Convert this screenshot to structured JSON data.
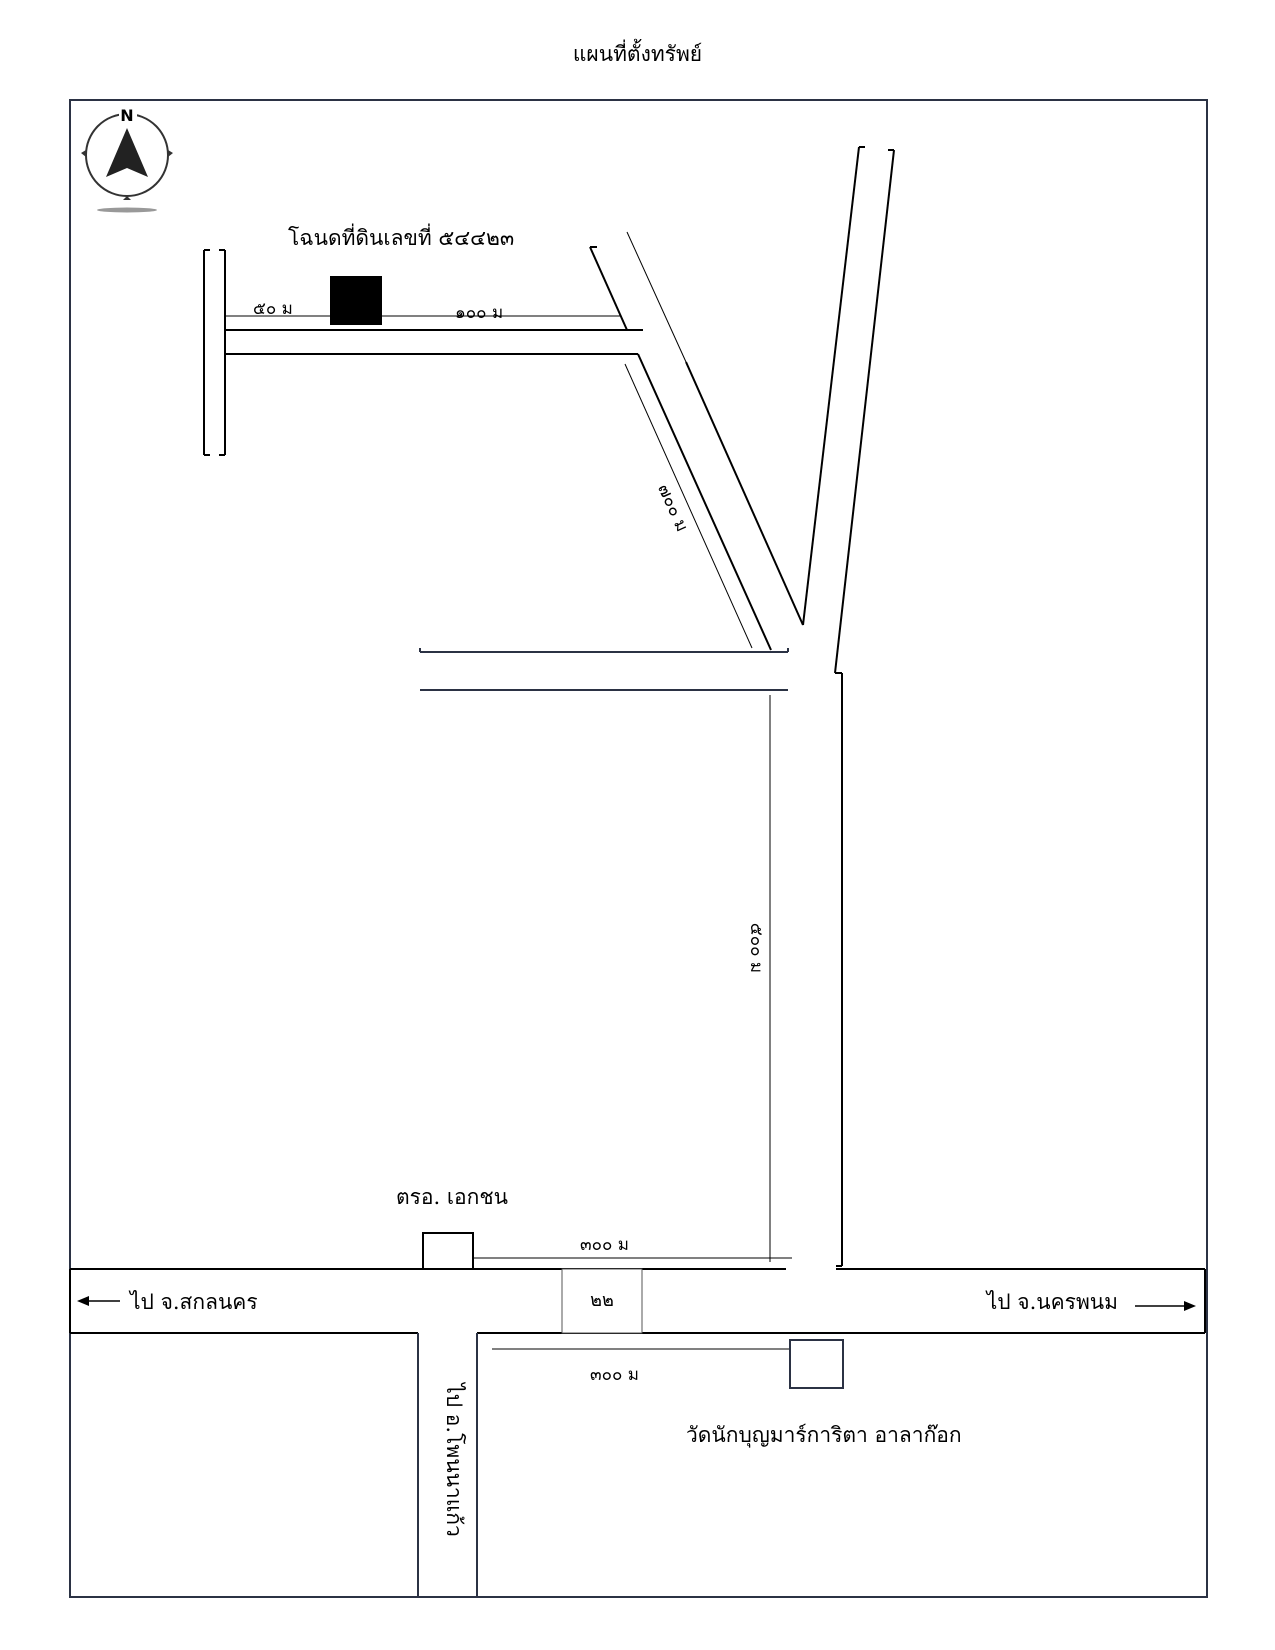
{
  "map": {
    "title": "แผนที่ตั้งทรัพย์",
    "compass_letter": "N",
    "deed_label": "โฉนดที่ดินเลขที่ ๕๔๔๒๓",
    "labels": {
      "d50": "๕๐ ม",
      "d100": "๑๐๐ ม",
      "d700": "๗๐๐ ม",
      "d500": "๕๐๐ ม",
      "d300_top": "๓๐๐ ม",
      "d300_bottom": "๓๐๐ ม",
      "hwy": "๒๒",
      "to_sakon": "ไป จ.สกลนคร",
      "to_nakhon": "ไป จ.นครพนม",
      "to_phon": "ไป อ.โพนนาแก้ว",
      "police": "ตรอ. เอกชน",
      "temple": "วัดนักบุญมาร์การิตา อาลาก๊อก"
    },
    "colors": {
      "frame": "#2b3244",
      "road": "#000000",
      "building": "#000000"
    }
  }
}
